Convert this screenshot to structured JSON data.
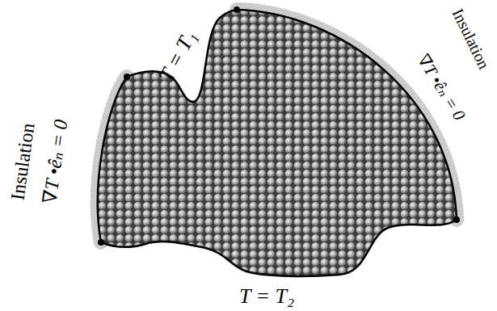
{
  "diagram": {
    "labels": [
      "Insulation",
      "∇T •êₙ = 0",
      "T = T₁",
      "Insulation",
      "∇T •êₙ = 0",
      "T = T₂"
    ]
  }
}
